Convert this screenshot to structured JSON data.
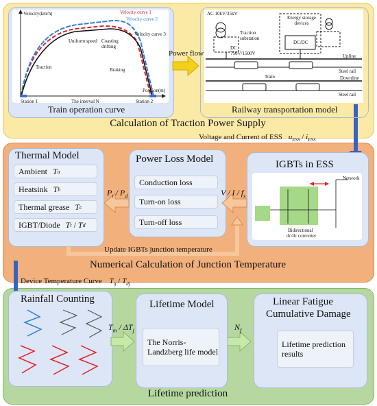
{
  "stage1": {
    "title": "Calculation of Traction Power Supply",
    "panel_left": {
      "caption": "Train operation curve",
      "y_axis": "Velocity(km/h)",
      "x_axis": "Position(m)",
      "legend": [
        "Velocity curve 1",
        "Velocity curve 2",
        "Velocity curve 3"
      ],
      "annotations": [
        "Uniform speed",
        "Coasting drifting",
        "Traction",
        "Braking"
      ],
      "station1": "Station  1",
      "station2": "Station  2",
      "interval": "The interval N"
    },
    "arrow": "Power flow",
    "panel_right": {
      "caption": "Railway transportation model",
      "ac": "AC 10kV/35kV",
      "substation": "Traction substation",
      "dc": "DC 750V/1500V",
      "ess": "Energy storage devices",
      "dcdc": "DC/DC",
      "upline": "Upline",
      "steel_rail": "Steel rail",
      "train": "Train",
      "downline": "Downline"
    }
  },
  "link12": {
    "text": "Voltage and Current of ESS",
    "symbol": "u",
    "sub1": "ESS",
    "sep": " / ",
    "symbol2": "i",
    "sub2": "ESS"
  },
  "stage2": {
    "title": "Numerical Calculation of Junction Temperature",
    "thermal": {
      "title": "Thermal Model",
      "items": [
        {
          "label": "Ambient",
          "sym": "T",
          "sub": "a"
        },
        {
          "label": "Heatsink",
          "sym": "T",
          "sub": "h"
        },
        {
          "label": "Thermal grease",
          "sym": "T",
          "sub": "c"
        },
        {
          "label": "IGBT/Diode",
          "sym": "T",
          "sub": "t",
          "sym2": "T",
          "sub2": "d"
        }
      ]
    },
    "loss": {
      "title": "Power Loss Model",
      "items": [
        "Conduction loss",
        "Turn-on loss",
        "Turn-off loss"
      ]
    },
    "igbt": {
      "title": "IGBTs in ESS",
      "network": "Network",
      "converter1": "Bidirectional",
      "converter2": "dc/dc converter"
    },
    "arrow_left": {
      "a": "P",
      "asub": "t",
      "b": "P",
      "bsub": "d"
    },
    "arrow_right": {
      "text": "V / I / f",
      "sub": "s"
    },
    "update": "Update IGBTs junction temperature"
  },
  "link23": {
    "text": "Device Temperature Curve",
    "sym": "T",
    "sub": "tj",
    "sym2": "T",
    "sub2": "dj"
  },
  "stage3": {
    "title": "Lifetime prediction",
    "rain": {
      "title": "Rainfall Counting"
    },
    "arrow1": {
      "a": "T",
      "asub": "m",
      "b": "ΔT",
      "bsub": "j"
    },
    "life": {
      "title": "Lifetime Model",
      "box": "The Norris-Landzberg life model"
    },
    "arrow2": {
      "sym": "N",
      "sub": "f"
    },
    "fatigue": {
      "title1": "Linear Fatigue",
      "title2": "Cumulative Damage",
      "box": "Lifetime prediction results"
    }
  }
}
